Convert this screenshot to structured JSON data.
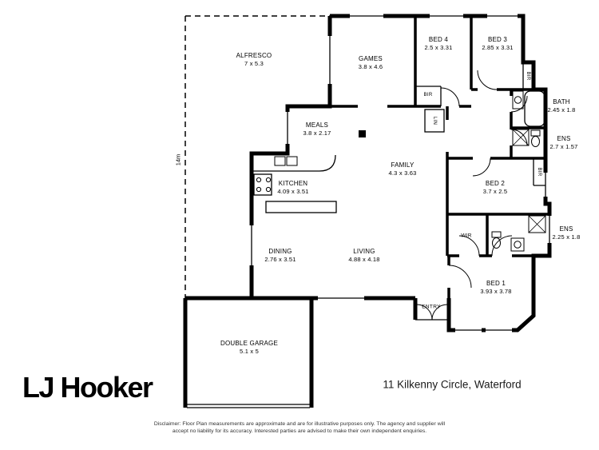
{
  "plan": {
    "scale_label": "14m",
    "rooms": {
      "alfresco": {
        "name": "ALFRESCO",
        "dims": "7 x 5.3"
      },
      "games": {
        "name": "GAMES",
        "dims": "3.8 x 4.6"
      },
      "bed4": {
        "name": "BED 4",
        "dims": "2.5 x 3.31"
      },
      "bed3": {
        "name": "BED 3",
        "dims": "2.85 x 3.31"
      },
      "bath": {
        "name": "BATH",
        "dims": "2.45 x 1.8"
      },
      "ens_upper": {
        "name": "ENS",
        "dims": "2.7 x 1.57"
      },
      "meals": {
        "name": "MEALS",
        "dims": "3.8 x 2.17"
      },
      "family": {
        "name": "FAMILY",
        "dims": "4.3 x 3.63"
      },
      "bed2": {
        "name": "BED 2",
        "dims": "3.7 x 2.5"
      },
      "kitchen": {
        "name": "KITCHEN",
        "dims": "4.09 x 3.51"
      },
      "ens_lower": {
        "name": "ENS",
        "dims": "2.25 x 1.8"
      },
      "dining": {
        "name": "DINING",
        "dims": "2.76 x 3.51"
      },
      "living": {
        "name": "LIVING",
        "dims": "4.88 x 4.18"
      },
      "bed1": {
        "name": "BED 1",
        "dims": "3.93 x 3.78"
      },
      "garage": {
        "name": "DOUBLE GARAGE",
        "dims": "5.1 x 5"
      }
    },
    "small_labels": {
      "bir_bed4": "BIR",
      "bir_bed3": "BIR",
      "bir_bed2": "BIR",
      "lin": "LIN",
      "wir": "WIR",
      "entry": "ENTRY"
    }
  },
  "footer": {
    "logo": "LJ Hooker",
    "address": "11 Kilkenny Circle, Waterford",
    "disclaimer_line1": "Disclaimer: Floor Plan measurements are approximate and are for illustrative purposes only. The agency and supplier will",
    "disclaimer_line2": "accept no liability for its accuracy. Interested parties are advised to make their own independent enquiries."
  },
  "colors": {
    "wall": "#000000",
    "background": "#ffffff"
  }
}
